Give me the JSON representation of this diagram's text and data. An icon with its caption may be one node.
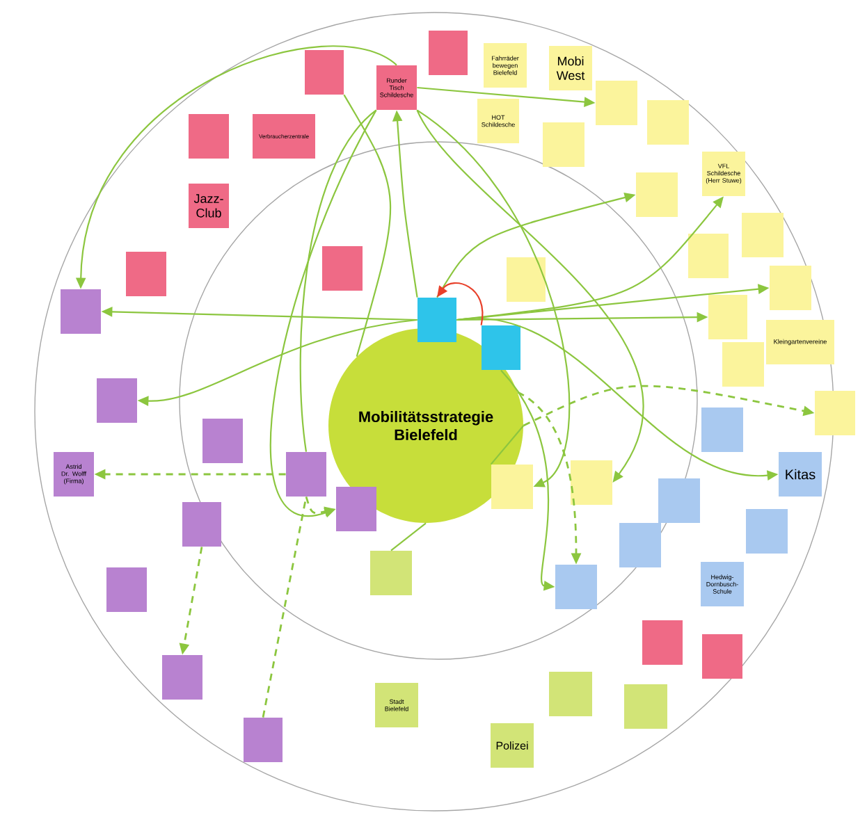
{
  "diagram": {
    "nodes": [
      {
        "text": [
          "Mobilitätsstrategie Bielefeld"
        ]
      },
      {
        "text": [],
        "shape": "box"
      },
      {
        "text": [
          "Runder Tisch Schildesche"
        ]
      },
      {
        "text": [],
        "shape": "box"
      },
      {
        "text": [],
        "shape": "box"
      },
      {
        "text": [
          "Verbraucherzentrale"
        ]
      },
      {
        "text": [
          "Jazz-Club"
        ]
      },
      {
        "text": [],
        "shape": "box"
      },
      {
        "text": [],
        "shape": "box"
      },
      {
        "text": [
          "Fahrräder bewegen Bielefeld"
        ]
      },
      {
        "text": [
          "Mobi West"
        ]
      },
      {
        "text": [
          "HOT Schildesche"
        ]
      },
      {
        "text": [],
        "shape": "box"
      },
      {
        "text": [],
        "shape": "box"
      },
      {
        "text": [],
        "shape": "box"
      },
      {
        "text": [
          "VFL Schildesche (Herr Stuwe)"
        ]
      },
      {
        "text": [],
        "shape": "box"
      },
      {
        "text": [],
        "shape": "box"
      },
      {
        "text": [],
        "shape": "box"
      },
      {
        "text": [],
        "shape": "box"
      },
      {
        "text": [],
        "shape": "box"
      },
      {
        "text": [],
        "shape": "box"
      },
      {
        "text": [],
        "shape": "box"
      },
      {
        "text": [],
        "shape": "box"
      },
      {
        "text": [],
        "shape": "box"
      },
      {
        "text": [
          "Kleingartenvereine"
        ]
      },
      {
        "text": [],
        "shape": "box"
      },
      {
        "text": [],
        "shape": "box"
      },
      {
        "text": [],
        "shape": "box"
      },
      {
        "text": [],
        "shape": "box"
      },
      {
        "text": [],
        "shape": "box"
      },
      {
        "text": [
          "Astrid Dr. Wolff (Firma)"
        ]
      },
      {
        "text": [],
        "shape": "box"
      },
      {
        "text": [
          "Kitas"
        ]
      },
      {
        "text": [],
        "shape": "box"
      },
      {
        "text": [],
        "shape": "box"
      },
      {
        "text": [],
        "shape": "box"
      },
      {
        "text": [],
        "shape": "box"
      },
      {
        "text": [],
        "shape": "box"
      },
      {
        "text": [],
        "shape": "box"
      },
      {
        "text": [],
        "shape": "box"
      },
      {
        "text": [],
        "shape": "box"
      },
      {
        "text": [
          "Hedwig-Dornbusch-Schule"
        ]
      },
      {
        "text": [],
        "shape": "box"
      },
      {
        "text": [],
        "shape": "box"
      },
      {
        "text": [],
        "shape": "box"
      },
      {
        "text": [],
        "shape": "box"
      },
      {
        "text": [],
        "shape": "box"
      },
      {
        "text": [],
        "shape": "box"
      },
      {
        "text": [
          "Stadt Bielefeld"
        ]
      },
      {
        "text": [],
        "shape": "box"
      },
      {
        "text": [],
        "shape": "box"
      },
      {
        "text": [
          "Polizei"
        ]
      }
    ],
    "edges": [
      {
        "from": 2,
        "to": 12,
        "arrow": "to"
      },
      {
        "from": 2,
        "to": 24,
        "arrow": "to"
      },
      {
        "from": 2,
        "to": 37,
        "arrow": "to"
      },
      {
        "from": 2,
        "to": 32,
        "arrow": "none"
      },
      {
        "from": 1,
        "to": 0,
        "arrow": "none"
      },
      {
        "from": 17,
        "to": 24,
        "arrow": "to"
      },
      {
        "from": 17,
        "to": 27,
        "arrow": "to"
      },
      {
        "from": 17,
        "to": 23,
        "arrow": "to"
      },
      {
        "from": 17,
        "to": 22,
        "arrow": "to"
      },
      {
        "from": 17,
        "to": 33,
        "arrow": "to"
      },
      {
        "from": 17,
        "to": 16,
        "arrow": "to"
      },
      {
        "from": 17,
        "to": 15,
        "arrow": "to"
      },
      {
        "from": 19,
        "to": 17,
        "arrow": "to",
        "color": "#e8402a"
      },
      {
        "from": 17,
        "to": 2,
        "arrow": "to"
      },
      {
        "from": 2,
        "to": 34,
        "arrow": "to"
      },
      {
        "from": 2,
        "to": 35,
        "arrow": "to"
      },
      {
        "from": 19,
        "to": 43,
        "arrow": "to"
      },
      {
        "from": 41,
        "to": 0,
        "arrow": "none"
      },
      {
        "from": 34,
        "to": 0,
        "arrow": "none"
      },
      {
        "from": 0,
        "to": 28,
        "arrow": "to",
        "style": "dashed"
      },
      {
        "from": 0,
        "to": 43,
        "arrow": "to",
        "style": "dashed"
      },
      {
        "from": 32,
        "to": 31,
        "arrow": "to",
        "style": "dashed"
      },
      {
        "from": 32,
        "to": 37,
        "arrow": "to",
        "style": "dashed"
      },
      {
        "from": 38,
        "to": 47,
        "arrow": "to",
        "style": "dashed"
      },
      {
        "from": 51,
        "to": 32,
        "arrow": "none",
        "style": "dashed"
      }
    ]
  }
}
